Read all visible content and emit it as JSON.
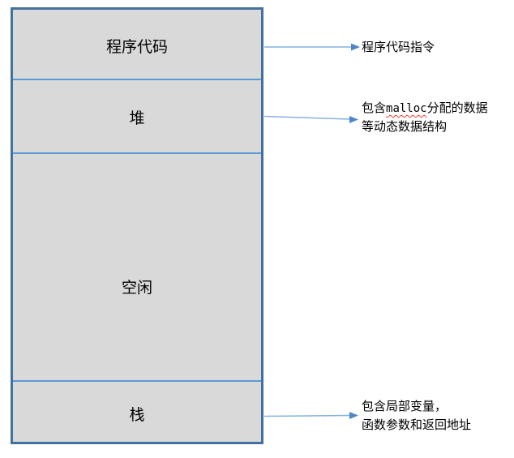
{
  "memory_box": {
    "sections": [
      {
        "id": "code",
        "label": "程序代码"
      },
      {
        "id": "heap",
        "label": "堆"
      },
      {
        "id": "free",
        "label": "空闲"
      },
      {
        "id": "stack",
        "label": "栈"
      }
    ]
  },
  "annotations": {
    "code": {
      "text": "程序代码指令"
    },
    "heap": {
      "line1_prefix": "包含",
      "line1_code": "malloc",
      "line1_suffix": "分配的数据",
      "line2": "等动态数据结构"
    },
    "stack": {
      "line1": "包含局部变量，",
      "line2": "函数参数和返回地址"
    }
  },
  "colors": {
    "box_fill": "#d9d9d9",
    "box_border": "#41719c",
    "divider": "#5b9bd5",
    "arrow_line": "#85b2df",
    "arrow_head": "#4f86c6",
    "spellcheck_underline": "#e63c2f",
    "text": "#000000"
  }
}
